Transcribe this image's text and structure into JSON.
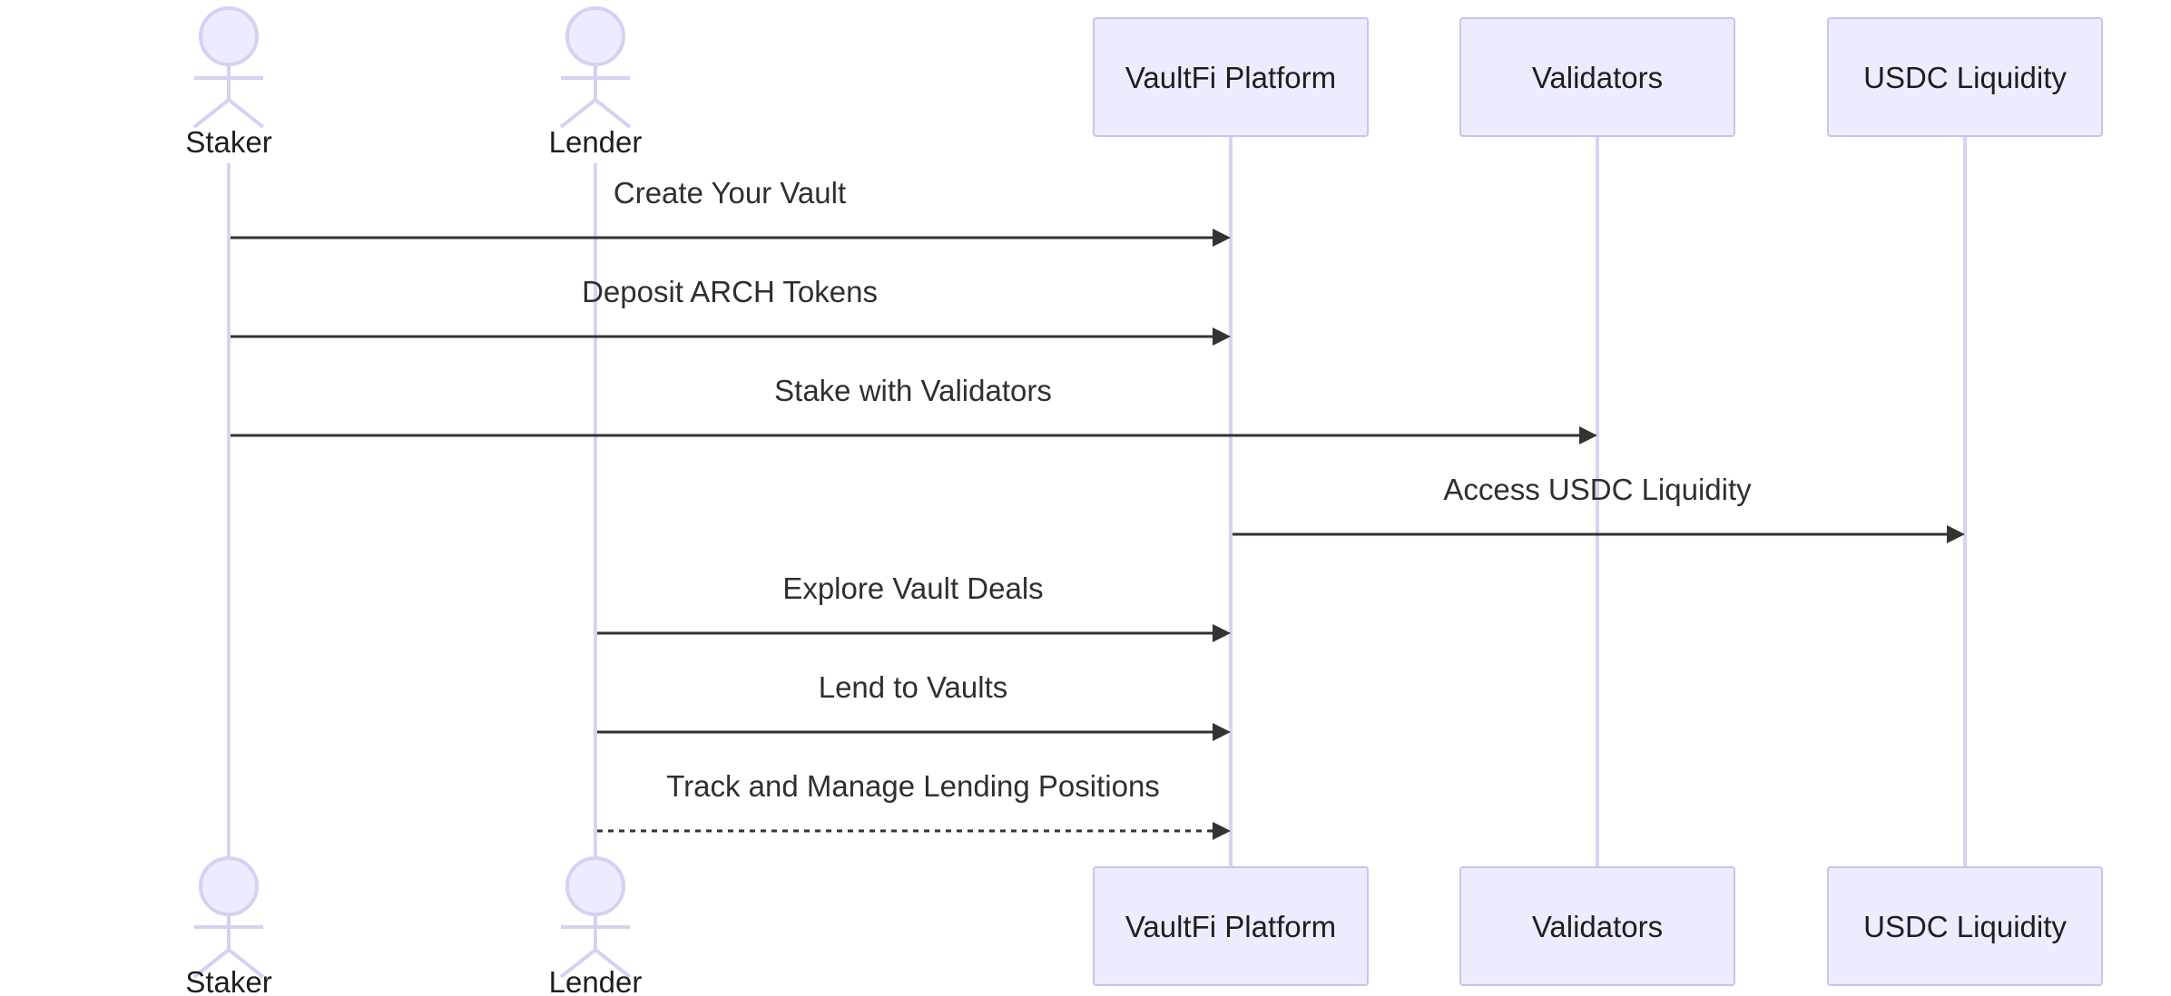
{
  "participants": [
    {
      "id": "staker",
      "label": "Staker",
      "kind": "actor"
    },
    {
      "id": "lender",
      "label": "Lender",
      "kind": "actor"
    },
    {
      "id": "vaultfi",
      "label": "VaultFi Platform",
      "kind": "box"
    },
    {
      "id": "validators",
      "label": "Validators",
      "kind": "box"
    },
    {
      "id": "usdc",
      "label": "USDC Liquidity",
      "kind": "box"
    }
  ],
  "messages": [
    {
      "from": "staker",
      "to": "vaultfi",
      "label": "Create Your Vault",
      "style": "solid"
    },
    {
      "from": "staker",
      "to": "vaultfi",
      "label": "Deposit ARCH Tokens",
      "style": "solid"
    },
    {
      "from": "staker",
      "to": "validators",
      "label": "Stake with Validators",
      "style": "solid"
    },
    {
      "from": "vaultfi",
      "to": "usdc",
      "label": "Access USDC Liquidity",
      "style": "solid"
    },
    {
      "from": "lender",
      "to": "vaultfi",
      "label": "Explore Vault Deals",
      "style": "solid"
    },
    {
      "from": "lender",
      "to": "vaultfi",
      "label": "Lend to Vaults",
      "style": "solid"
    },
    {
      "from": "lender",
      "to": "vaultfi",
      "label": "Track and Manage Lending Positions",
      "style": "dashed"
    }
  ],
  "colors": {
    "box_fill": "#ececff",
    "box_stroke": "#c9c2ef",
    "lifeline": "#d8d2f2",
    "arrow": "#333333"
  }
}
